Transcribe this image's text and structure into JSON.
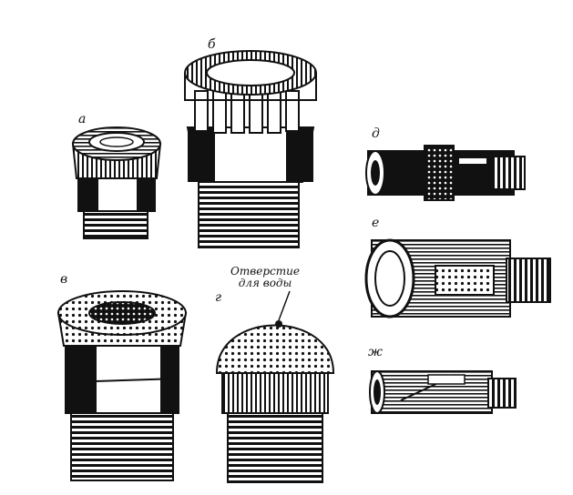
{
  "figure": {
    "labels": {
      "a": "а",
      "b": "б",
      "v": "в",
      "g": "г",
      "d": "д",
      "e": "е",
      "zh": "ж"
    },
    "annotation": {
      "line1": "Отверстие",
      "line2": "для воды"
    }
  },
  "style": {
    "ink": "#111111",
    "paper": "#ffffff"
  }
}
